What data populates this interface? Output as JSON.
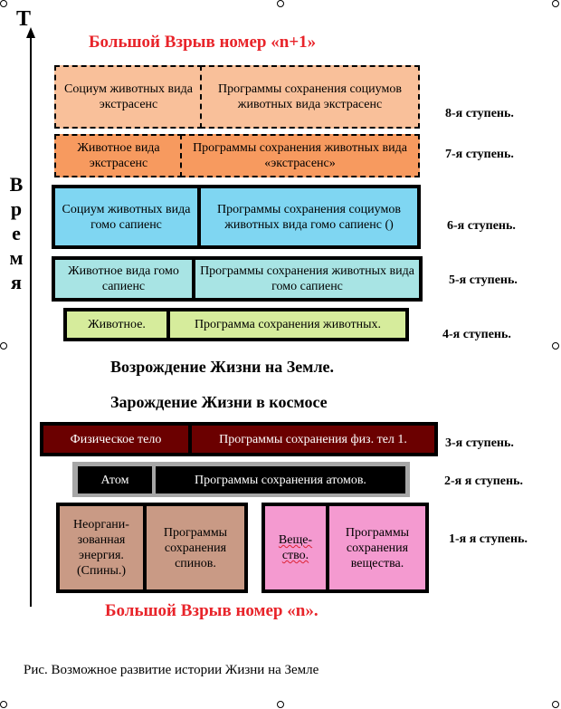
{
  "axis": {
    "t_label": "Т",
    "time_letters": [
      "В",
      "р",
      "е",
      "м",
      "я"
    ]
  },
  "top_title": "Большой Взрыв номер «n+1»",
  "bottom_title": "Большой Взрыв номер «n».",
  "rebirth": "Возрождение Жизни на Земле.",
  "origin": "Зарождение Жизни в космосе",
  "caption": "Рис. Возможное развитие истории Жизни на Земле",
  "steps": {
    "s8": {
      "label": "8-я ступень.",
      "left": "Социум животных вида экстрасенс",
      "right": "Программы сохранения социумов животных вида экстрасенс"
    },
    "s7": {
      "label": "7-я ступень.",
      "left": "Животное вида экстрасенс",
      "right": "Программы сохранения животных вида «экстрасенс»"
    },
    "s6": {
      "label": "6-я ступень.",
      "left": "Социум животных вида гомо сапиенс",
      "right": "Программы сохранения социумов животных вида гомо сапиенс ()"
    },
    "s5": {
      "label": "5-я ступень.",
      "left": "Животное вида гомо сапиенс",
      "right": "Программы сохранения животных вида гомо сапиенс"
    },
    "s4": {
      "label": "4-я ступень.",
      "left": "Животное.",
      "right": "Программа сохранения животных."
    },
    "s3": {
      "label": "3-я ступень.",
      "left": "Физическое тело",
      "right": "Программы сохранения физ. тел 1."
    },
    "s2": {
      "label": "2-я я ступень.",
      "left": "Атом",
      "right": "Программы сохранения атомов."
    },
    "s1": {
      "label": "1-я я ступень.",
      "a": "Неоргани-зованная энергия. (Спины.)",
      "b": "Программы сохранения спинов.",
      "c": "Веще-ство.",
      "d": "Программы сохранения вещества."
    }
  },
  "colors": {
    "orange_light": "#f9c09a",
    "orange": "#f79a5f",
    "cyan": "#7fd6f2",
    "cyan_light": "#a8e4e4",
    "lime": "#d6ec9c",
    "dark_red": "#6b0000",
    "black": "#000000",
    "tan": "#c99a85",
    "pink": "#f49ad0",
    "red": "#e8242a"
  }
}
